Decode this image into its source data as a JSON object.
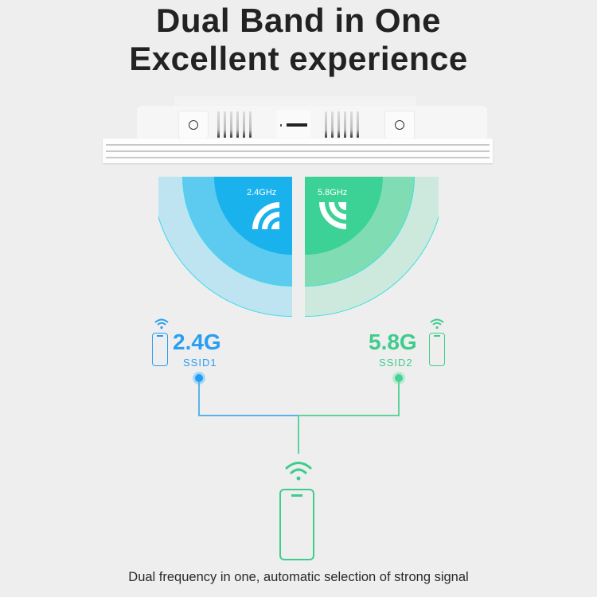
{
  "header": {
    "title_line1": "Dual Band in One",
    "title_line2": "Excellent experience"
  },
  "device": {
    "name": "ceiling-access-point",
    "ports": [
      "reset-hole-left",
      "reset-hole-right"
    ]
  },
  "bands": [
    {
      "label": "2.4GHz",
      "name": "2.4G",
      "ssid": "SSID1",
      "color": "#1ab2ec",
      "ring_mid": "#5ccbef",
      "ring_outer": "#bde4f0",
      "text_color": "#2a9ef0"
    },
    {
      "label": "5.8GHz",
      "name": "5.8G",
      "ssid": "SSID2",
      "color": "#3cd195",
      "ring_mid": "#80dcb3",
      "ring_outer": "#cde9dd",
      "text_color": "#3fcc8d"
    }
  ],
  "connector": {
    "left_color": "#5ab2ea",
    "right_color": "#5fd39d"
  },
  "footer": {
    "caption": "Dual frequency in one, automatic selection of strong signal"
  },
  "icons": [
    "wifi-icon",
    "phone-icon"
  ]
}
